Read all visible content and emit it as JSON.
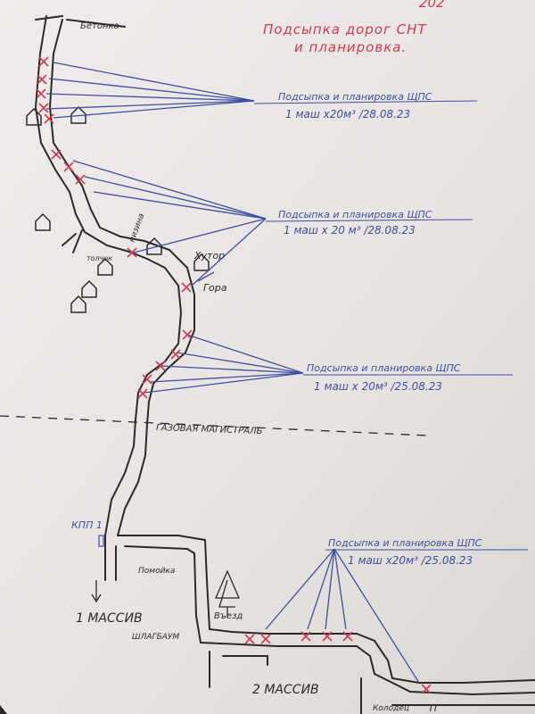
{
  "header": {
    "year": "202",
    "title_line1": "Подсыпка дорог СНТ",
    "title_line2": "и планировка."
  },
  "notes": [
    {
      "line1": "Подсыпка и планировка ЩПС",
      "line2": "1 маш x20м³ /28.08.23"
    },
    {
      "line1": "Подсыпка и планировка ЩПС",
      "line2": "1 маш x 20 м³ /28.08.23"
    },
    {
      "line1": "Подсыпка и планировка ЩПС",
      "line2": "1 маш x 20м³ /25.08.23"
    },
    {
      "line1": "Подсыпка и планировка ЩПС",
      "line2": "1 маш x20м³ /25.08.23"
    }
  ],
  "places": {
    "betonka": "Бетонка",
    "nizina": "низина",
    "tolchok": "толчок",
    "hutor": "Хутор",
    "gora": "Гора",
    "gas": "ГАЗОВАЯ МАГИСТРАЛЬ",
    "kpp": "КПП 1",
    "pomoika": "Помойка",
    "massiv1": "1 МАССИВ",
    "shlagbaum": "ШЛАГБАУМ",
    "vezd": "Въезд",
    "massiv2": "2 МАССИВ",
    "kolodec": "Колодец"
  },
  "colors": {
    "paper": "#e9e6e4",
    "ink_blue": "#3f4fa0",
    "ink_red": "#d23a4e",
    "ink_black": "#2a2a2a"
  }
}
